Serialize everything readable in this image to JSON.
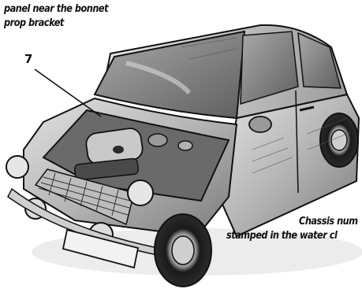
{
  "captions": {
    "top_line1": "panel near the bonnet",
    "top_line2": "prop bracket",
    "callout_number": "7",
    "bottom_line1": "Chassis num",
    "bottom_line2": "stamped in the water cl"
  },
  "illustration": {
    "subject": "Mini car, bonnet open, engine bay visible",
    "colors": {
      "ink": "#111111",
      "body_light": "#d4d4d4",
      "body_mid": "#a8a8a8",
      "body_dark": "#5a5a5a",
      "glass": "#8e8e8e"
    }
  }
}
